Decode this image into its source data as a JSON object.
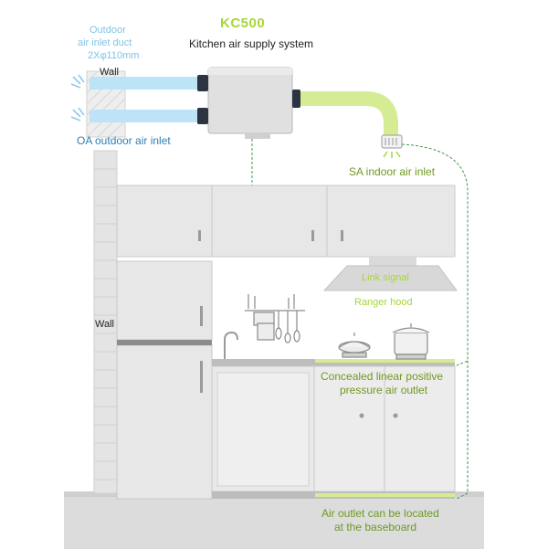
{
  "title": "KC500",
  "subtitle": "Kitchen air supply system",
  "labels": {
    "outdoor_duct": [
      "Outdoor",
      "air inlet duct",
      "2Xφ110mm"
    ],
    "wall_top": "Wall",
    "oa_inlet": "OA outdoor air inlet",
    "sa_inlet": "SA indoor air inlet",
    "link_signal": "Link signal",
    "range_hood": "Ranger hood",
    "wall_side": "Wall",
    "concealed_outlet": [
      "Concealed linear positive",
      "pressure air outlet"
    ],
    "baseboard_outlet": [
      "Air outlet can be located",
      "at the baseboard"
    ]
  },
  "colors": {
    "title": "#a6d63a",
    "green_text": "#6f9a1e",
    "blue_text": "#2f7fb8",
    "duct_blue": "#bde3f6",
    "duct_green": "#d6ec94",
    "signal_line": "#3a9a52",
    "cabinet": "#e7e7e7",
    "cabinet_edge": "#c9c9c9"
  }
}
